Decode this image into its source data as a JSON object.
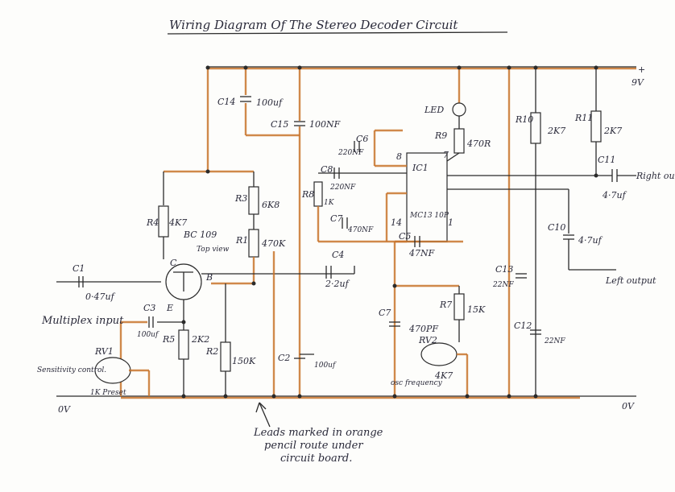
{
  "title": "Wiring Diagram Of The Stereo Decoder Circuit",
  "supply": {
    "positive_sign": "+",
    "voltage": "9V",
    "ground_left": "0V",
    "ground_right": "0V"
  },
  "note": {
    "line1": "Leads marked in orange",
    "line2": "pencil route under",
    "line3": "circuit board."
  },
  "labels": {
    "c1": "C1",
    "c1_val": "0·47uf",
    "c2": "C2",
    "c2_val": "100uf",
    "c3": "C3",
    "c3_val": "100uf",
    "c4": "C4",
    "c4_val": "2·2uf",
    "c5": "C5",
    "c5_val": "47NF",
    "c6": "C6",
    "c6_val": "220NF",
    "c7a": "C7",
    "c7a_val": "470NF",
    "c7b": "C7",
    "c7b_val": "470PF",
    "c8": "C8",
    "c8_val": "220NF",
    "c10": "C10",
    "c10_val": "4·7uf",
    "c11": "C11",
    "c11_val": "4·7uf",
    "c12": "C12",
    "c12_val": "22NF",
    "c13": "C13",
    "c13_val": "22NF",
    "c14": "C14",
    "c14_val": "100uf",
    "c15": "C15",
    "c15_val": "100NF",
    "r1": "R1",
    "r1_val": "470K",
    "r2": "R2",
    "r2_val": "150K",
    "r3": "R3",
    "r3_val": "6K8",
    "r4": "R4",
    "r4_val": "4K7",
    "r5": "R5",
    "r5_val": "2K2",
    "r7": "R7",
    "r7_val": "15K",
    "r8": "R8",
    "r8_val": "1K",
    "r9": "R9",
    "r9_val": "470R",
    "r10": "R10",
    "r10_val": "2K7",
    "r11": "R11",
    "r11_val": "2K7",
    "rv1": "RV1",
    "rv1_val": "1K Preset",
    "rv2": "RV2",
    "rv2_val": "4K7",
    "ic1": "IC1",
    "ic1_part": "MC13 10P",
    "pin8": "8",
    "pin7": "7",
    "pin14": "14",
    "pin1": "1",
    "led": "LED",
    "transistor": "BC 109",
    "top_view": "Top view",
    "pin_c": "C",
    "pin_b": "B",
    "pin_e": "E",
    "multiplex_input": "Multiplex input",
    "sensitivity": "Sensitivity control.",
    "osc_freq": "osc frequency",
    "right_output": "Right output",
    "left_output": "Left output"
  }
}
